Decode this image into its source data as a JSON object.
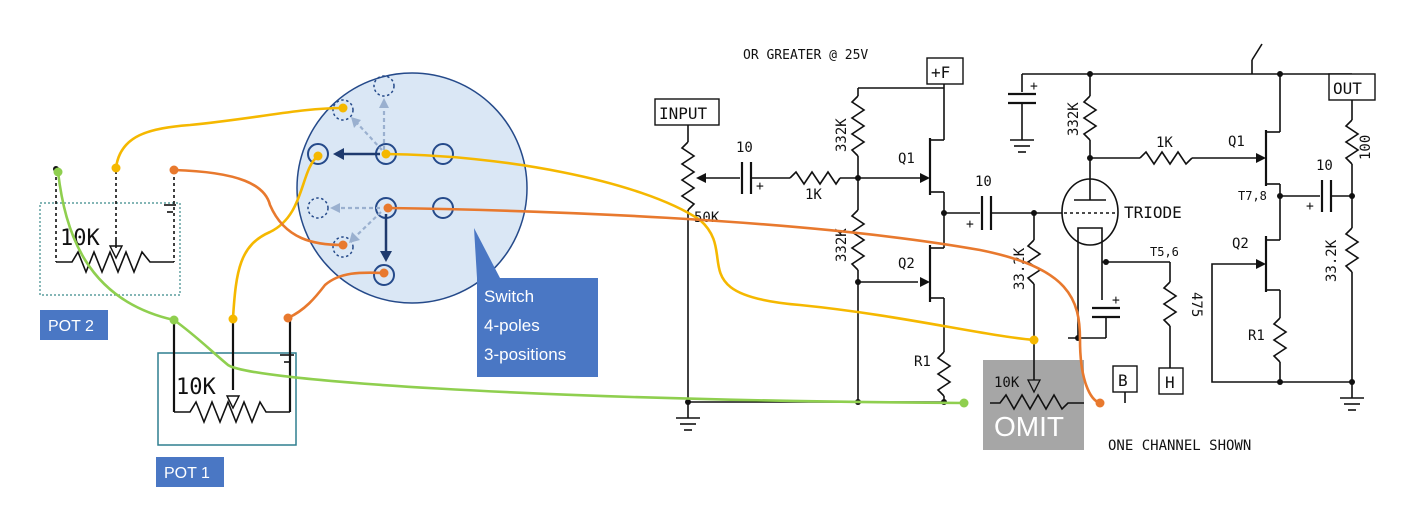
{
  "title": "",
  "notes": {
    "voltage": "OR GREATER @ 25V",
    "channel": "ONE CHANNEL SHOWN"
  },
  "labels": {
    "input": "INPUT",
    "plus_f": "+F",
    "out": "OUT",
    "b": "B",
    "h": "H",
    "triode": "TRIODE",
    "q1_left": "Q1",
    "q2_left": "Q2",
    "q1_right": "Q1",
    "q2_right": "Q2",
    "r1_left": "R1",
    "r1_right": "R1",
    "t56": "T5,6",
    "t78": "T7,8"
  },
  "values": {
    "cap_input": "10",
    "cap_mid": "10",
    "cap_out": "10",
    "res_1k_input": "1K",
    "res_1k_right": "1K",
    "pot_50k": "50K",
    "res_332k_top": "332K",
    "res_332k_bottom": "332K",
    "res_332k_right": "332K",
    "res_33_2k_mid": "33.2K",
    "res_33_2k_right": "33.2K",
    "res_475": "475",
    "res_100": "100",
    "pot_10k_omit": "10K"
  },
  "pots": {
    "pot1": {
      "caption": "POT 1",
      "value": "10K"
    },
    "pot2": {
      "caption": "POT 2",
      "value": "10K"
    }
  },
  "callouts": {
    "switch": {
      "lines": [
        "Switch",
        "4-poles",
        "3-positions"
      ]
    },
    "omit": "OMIT"
  },
  "colors": {
    "yellow_wire": "#f5b800",
    "orange_wire": "#e8792e",
    "green_wire": "#8fcf4f",
    "switch_fill": "#dae7f5",
    "switch_stroke": "#254a8a",
    "callout_fill": "#4a77c4",
    "omit_fill": "#a6a6a6",
    "pot1_frame": "#2f7f8f",
    "pot2_frame": "#3b8a8a"
  }
}
